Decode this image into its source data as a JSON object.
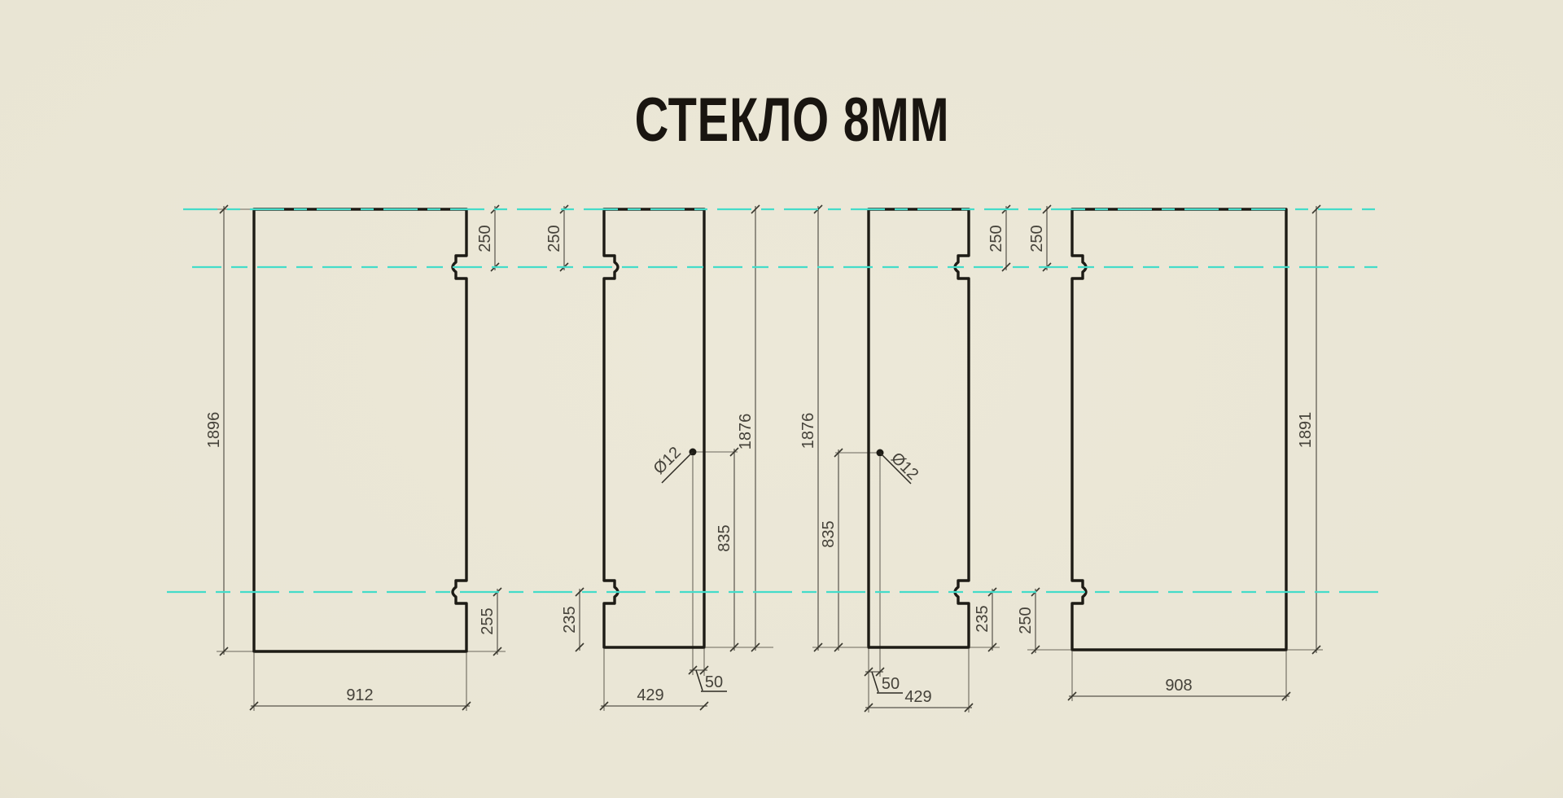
{
  "title": "СТЕКЛО 8ММ",
  "colors": {
    "background": "#e9e5d4",
    "panel_outline": "#1d1b15",
    "dimension_lines": "#57544b",
    "dimension_text": "#45423a",
    "datum_cyan": "#44dcc9",
    "title_color": "#191510"
  },
  "panels": [
    {
      "name": "left-fixed-panel",
      "height": "1896",
      "width": "912",
      "top_notch_offset": "250",
      "bottom_notch_offset": "255"
    },
    {
      "name": "left-door-panel",
      "height": "1876",
      "width": "429",
      "top_notch_offset": "250",
      "bottom_notch_offset": "235",
      "hole_diameter": "Ø12",
      "hole_height": "835",
      "hole_edge_offset": "50"
    },
    {
      "name": "right-door-panel",
      "height": "1876",
      "width": "429",
      "top_notch_offset": "250",
      "bottom_notch_offset": "235",
      "hole_diameter": "Ø12",
      "hole_height": "835",
      "hole_edge_offset": "50"
    },
    {
      "name": "right-fixed-panel",
      "height": "1891",
      "width": "908",
      "top_notch_offset": "250",
      "bottom_notch_offset": "250"
    }
  ]
}
